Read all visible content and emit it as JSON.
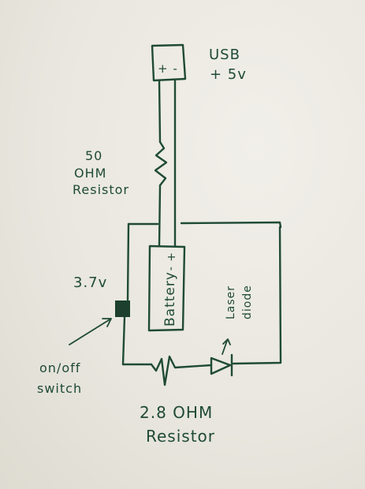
{
  "labels": {
    "usb_line1": "USB",
    "usb_line2": "+ 5v",
    "usb_terminal": "+ -",
    "resistor50_line1": "50",
    "resistor50_line2": "OHM",
    "resistor50_line3": "Resistor",
    "battery": "Battery",
    "battery_terminal": "+ -",
    "voltage": "3.7v",
    "laser_line1": "Laser",
    "laser_line2": "diode",
    "switch_line1": "on/off",
    "switch_line2": "switch",
    "resistor28_line1": "2.8 OHM",
    "resistor28_line2": "Resistor"
  },
  "colors": {
    "ink": "#1f4a36",
    "paper": "#ebe9e2"
  }
}
